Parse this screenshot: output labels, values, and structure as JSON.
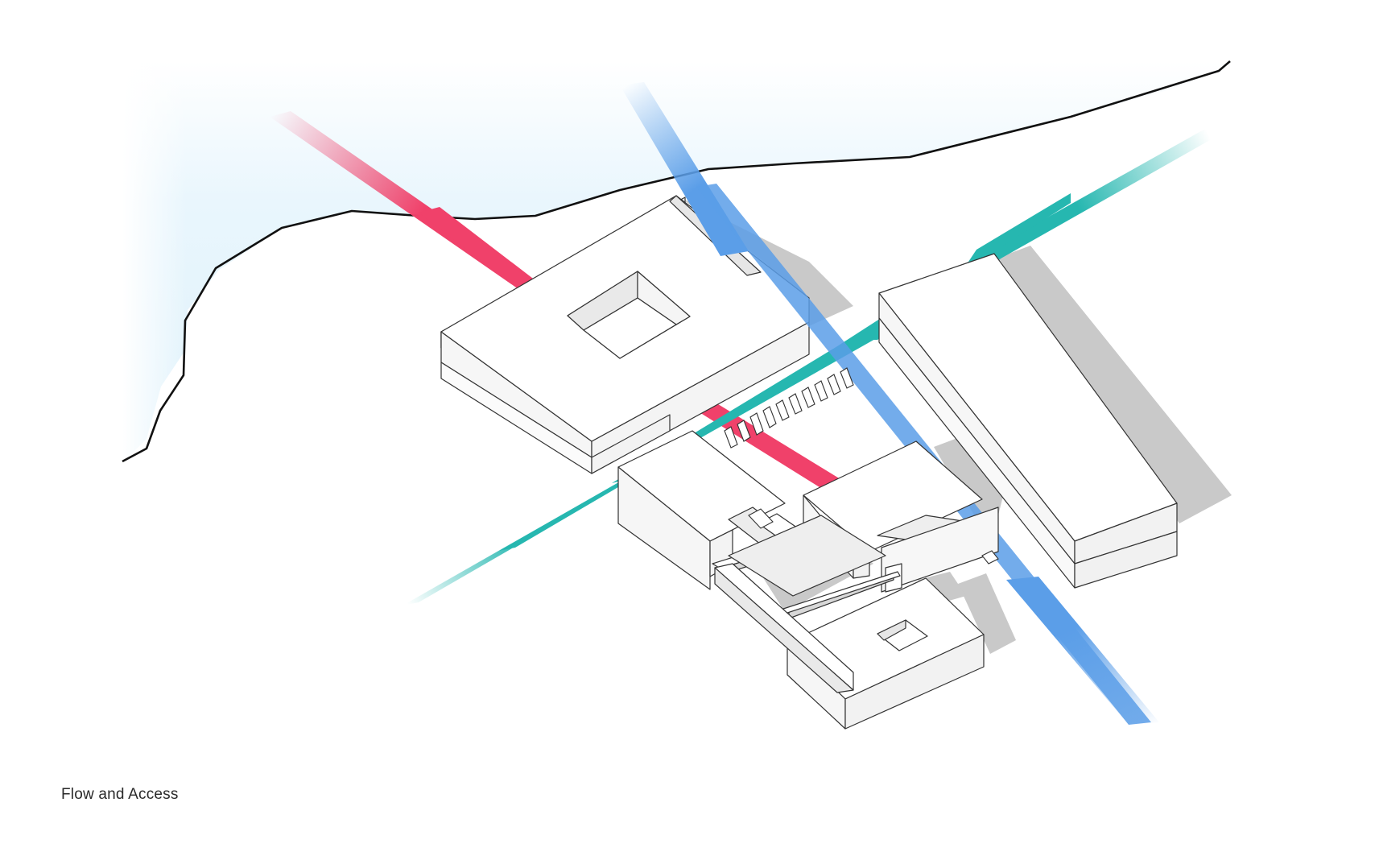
{
  "caption": "Flow and Access",
  "colors": {
    "water": "#e2f3fc",
    "water_edge": "#ffffff",
    "shoreline": "#111111",
    "path_red": "#f0416a",
    "path_blue": "#5b9ee8",
    "path_teal": "#26b7b0",
    "shadow": "#c9c9c9",
    "building_top": "#ffffff",
    "building_side": "#f4f4f4",
    "building_line": "#333333"
  },
  "icons": {
    "red-path": "pedestrian-flow-red",
    "blue-path": "pedestrian-flow-blue",
    "teal-path": "pedestrian-flow-teal"
  }
}
